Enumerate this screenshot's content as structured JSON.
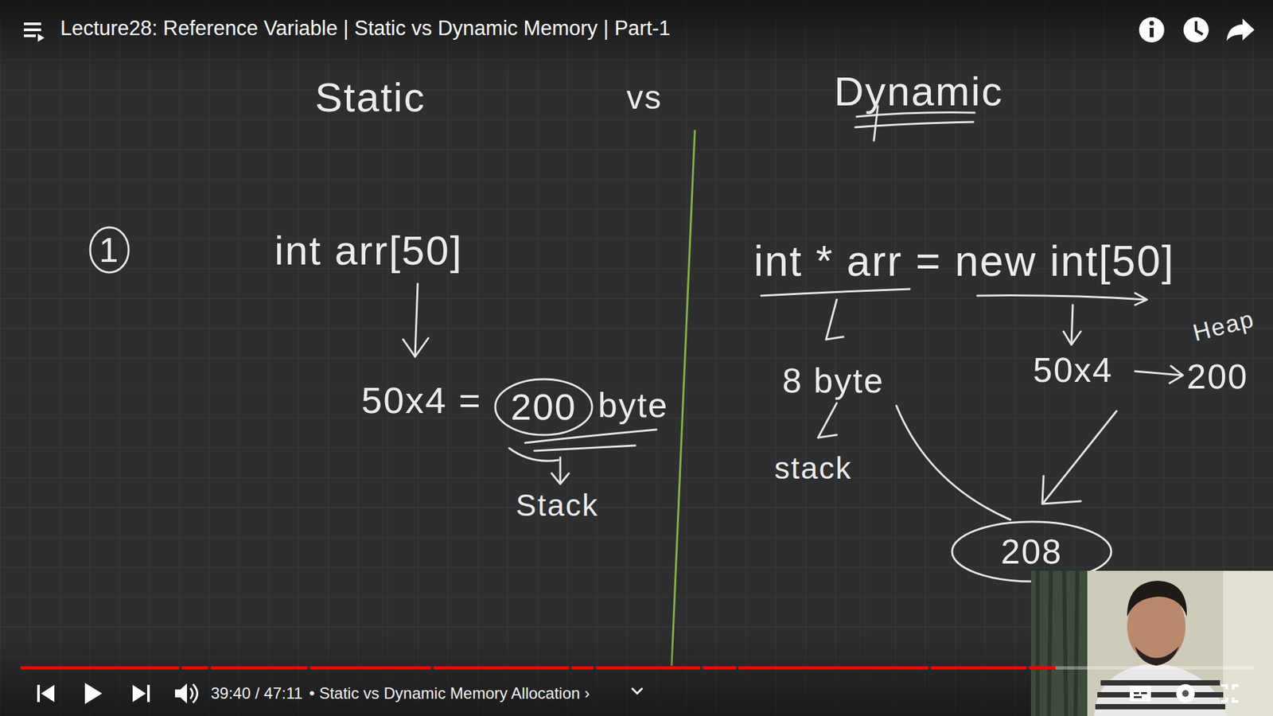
{
  "diagram": {
    "title": "Lecture28: Reference Variable | Static vs Dynamic Memory | Part-1",
    "nodes": [
      {
        "text": [
          "1"
        ]
      },
      {
        "text": [
          "200"
        ]
      },
      {
        "text": [
          "208"
        ]
      }
    ],
    "labels": [
      "Static",
      "vs",
      "Dynamic",
      "int arr[50]",
      "50x4 =",
      "byte",
      "Stack",
      "int * arr = new int[50]",
      "8 byte",
      "stack",
      "50x4",
      "200",
      "Heap",
      "39:40 / 47:11",
      "• Static vs Dynamic Memory Allocation ›"
    ]
  }
}
